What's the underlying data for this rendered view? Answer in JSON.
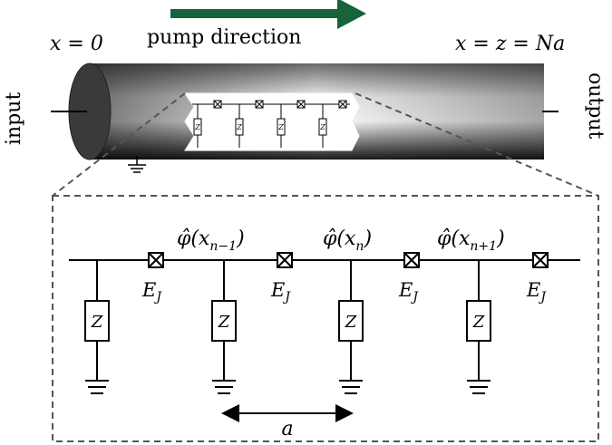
{
  "header": {
    "pump_label": "pump direction",
    "left_position": "x = 0",
    "right_position": "x = z = Na",
    "input_label": "input",
    "output_label": "output"
  },
  "circuit": {
    "node_labels": [
      {
        "base": "φ̂(x",
        "sub": "n−1",
        "close": ")"
      },
      {
        "base": "φ̂(x",
        "sub": "n",
        "close": ")"
      },
      {
        "base": "φ̂(x",
        "sub": "n+1",
        "close": ")"
      }
    ],
    "junction_label": {
      "base": "E",
      "sub": "J"
    },
    "impedance_label": "Z",
    "spacing_label": "a"
  },
  "colors": {
    "arrow": "#17643a",
    "cable_dark": "#111111",
    "cable_light": "#ffffff",
    "line": "#000000",
    "dash": "#555555"
  }
}
